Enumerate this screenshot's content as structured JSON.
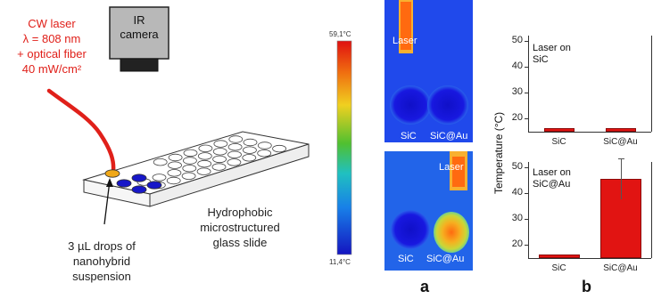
{
  "setup": {
    "laser_lines": [
      "CW laser",
      "λ = 808 nm",
      "+ optical fiber",
      "40 mW/cm²"
    ],
    "camera_lines": [
      "IR",
      "camera"
    ],
    "drops_lines": [
      "3 µL drops of",
      "nanohybrid",
      "suspension"
    ],
    "slide_lines": [
      "Hydrophobic",
      "microstructured",
      "glass slide"
    ]
  },
  "colorscale": {
    "max": "59,1°C",
    "min": "11,4°C"
  },
  "thermal_images": [
    {
      "laser_label": "Laser",
      "left_label": "SiC",
      "right_label": "SiC@Au",
      "laser_on": "SiC"
    },
    {
      "laser_label": "Laser",
      "left_label": "SiC",
      "right_label": "SiC@Au",
      "laser_on": "SiC@Au"
    }
  ],
  "panel_labels": {
    "a": "a",
    "b": "b"
  },
  "colors": {
    "laser_red": "#e0201a",
    "bar_red": "#e11412",
    "drop_blue": "#1717c8",
    "drop_orange": "#f0a818"
  },
  "chart_data": [
    {
      "type": "bar",
      "title": "Laser on\nSiC",
      "categories": [
        "SiC",
        "SiC@Au"
      ],
      "series": [
        {
          "values": [
            16.5,
            16.5
          ]
        }
      ],
      "error": [
        null,
        null
      ],
      "ylabel": "Temperature (°C)",
      "ylim": [
        15,
        52
      ],
      "yticks": [
        20,
        30,
        40,
        50
      ],
      "grid": false
    },
    {
      "type": "bar",
      "title": "Laser on\nSiC@Au",
      "categories": [
        "SiC",
        "SiC@Au"
      ],
      "series": [
        {
          "values": [
            16.5,
            45.5
          ]
        }
      ],
      "error": [
        null,
        8
      ],
      "ylabel": "Temperature (°C)",
      "ylim": [
        15,
        52
      ],
      "yticks": [
        20,
        30,
        40,
        50
      ],
      "grid": false
    }
  ]
}
